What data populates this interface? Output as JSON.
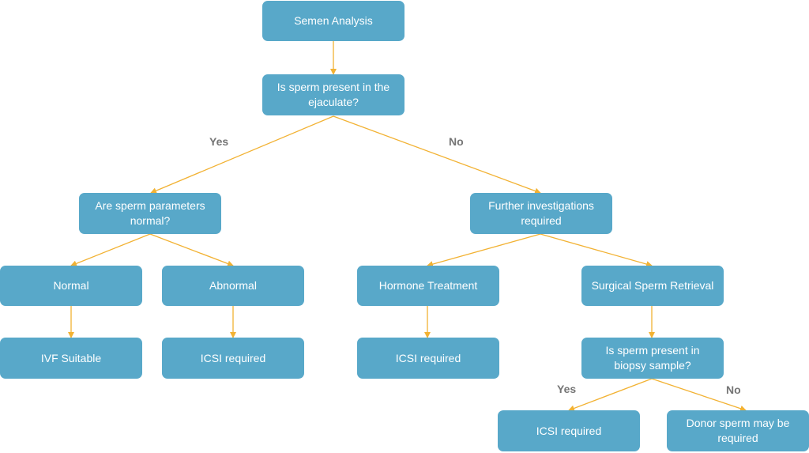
{
  "colors": {
    "box": "#58a8c9",
    "arrow": "#f2b233",
    "branch_label": "#757575"
  },
  "nodes": {
    "semen_analysis": "Semen Analysis",
    "sperm_present": "Is sperm present in the ejaculate?",
    "params_normal": "Are sperm parameters normal?",
    "further_investigations": "Further investigations required",
    "normal": "Normal",
    "abnormal": "Abnormal",
    "hormone_treatment": "Hormone Treatment",
    "surgical_retrieval": "Surgical Sperm Retrieval",
    "ivf_suitable": "IVF Suitable",
    "icsi_1": "ICSI required",
    "icsi_2": "ICSI required",
    "biopsy_present": "Is sperm present in biopsy sample?",
    "icsi_3": "ICSI required",
    "donor_sperm": "Donor sperm may be required"
  },
  "branches": {
    "yes_1": "Yes",
    "no_1": "No",
    "yes_2": "Yes",
    "no_2": "No"
  }
}
